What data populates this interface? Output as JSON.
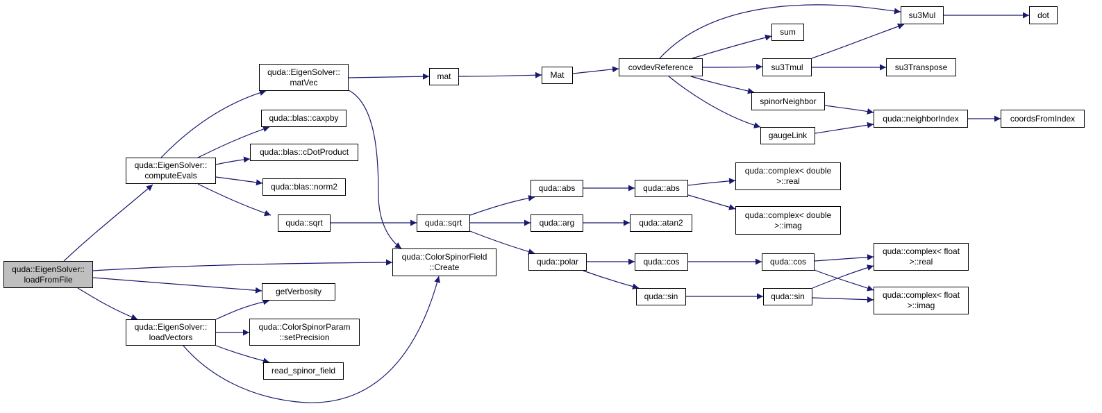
{
  "graph": {
    "nodes": {
      "root": [
        "quda::EigenSolver::",
        "loadFromFile"
      ],
      "computeEvals": [
        "quda::EigenSolver::",
        "computeEvals"
      ],
      "loadVectors": [
        "quda::EigenSolver::",
        "loadVectors"
      ],
      "matVec": [
        "quda::EigenSolver::",
        "matVec"
      ],
      "caxpby": [
        "quda::blas::caxpby"
      ],
      "cDotProduct": [
        "quda::blas::cDotProduct"
      ],
      "norm2": [
        "quda::blas::norm2"
      ],
      "sqrt1": [
        "quda::sqrt"
      ],
      "getVerbosity": [
        "getVerbosity"
      ],
      "setPrecision": [
        "quda::ColorSpinorParam",
        "::setPrecision"
      ],
      "readSpinor": [
        "read_spinor_field"
      ],
      "create": [
        "quda::ColorSpinorField",
        "::Create"
      ],
      "mat": [
        "mat"
      ],
      "Mat": [
        "Mat"
      ],
      "covdev": [
        "covdevReference"
      ],
      "sqrt2": [
        "quda::sqrt"
      ],
      "abs1": [
        "quda::abs"
      ],
      "arg": [
        "quda::arg"
      ],
      "polar": [
        "quda::polar"
      ],
      "abs2": [
        "quda::abs"
      ],
      "atan2": [
        "quda::atan2"
      ],
      "cos1": [
        "quda::cos"
      ],
      "sin1": [
        "quda::sin"
      ],
      "cos2": [
        "quda::cos"
      ],
      "sin2": [
        "quda::sin"
      ],
      "dreal": [
        "quda::complex< double",
        ">::real"
      ],
      "dimag": [
        "quda::complex< double",
        ">::imag"
      ],
      "freal": [
        "quda::complex< float",
        ">::real"
      ],
      "fimag": [
        "quda::complex< float",
        ">::imag"
      ],
      "su3Mul": [
        "su3Mul"
      ],
      "dot": [
        "dot"
      ],
      "sum": [
        "sum"
      ],
      "su3Tmul": [
        "su3Tmul"
      ],
      "su3Transpose": [
        "su3Transpose"
      ],
      "spinorNeighbor": [
        "spinorNeighbor"
      ],
      "gaugeLink": [
        "gaugeLink"
      ],
      "neighborIndex": [
        "quda::neighborIndex"
      ],
      "coordsFromIndex": [
        "coordsFromIndex"
      ]
    },
    "colors": {
      "edge": "#191970",
      "node_border": "#000000",
      "root_fill": "#bfbfbf",
      "node_fill": "#ffffff"
    }
  }
}
